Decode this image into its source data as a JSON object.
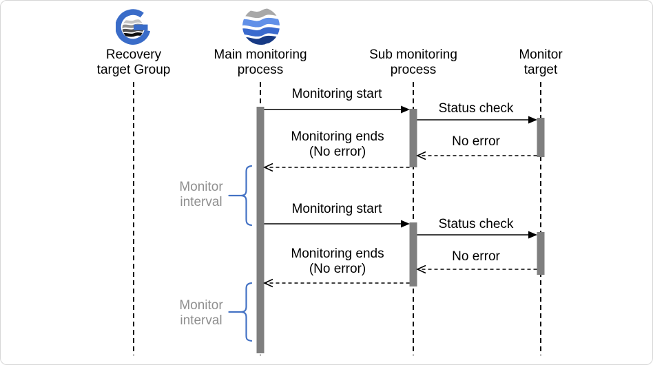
{
  "lifelines": [
    {
      "name": "Recovery target Group",
      "line1": "Recovery",
      "line2": "target Group",
      "icon": "group-globe-icon"
    },
    {
      "name": "Main monitoring process",
      "line1": "Main monitoring",
      "line2": "process",
      "icon": "waves-globe-icon"
    },
    {
      "name": "Sub monitoring process",
      "line1": "Sub monitoring",
      "line2": "process",
      "icon": ""
    },
    {
      "name": "Monitor target",
      "line1": "Monitor",
      "line2": "target",
      "icon": ""
    }
  ],
  "messages": [
    {
      "label": "Monitoring start",
      "from": "Main monitoring process",
      "to": "Sub monitoring process",
      "style": "solid-filled-arrow"
    },
    {
      "label": "Status check",
      "from": "Sub monitoring process",
      "to": "Monitor target",
      "style": "solid-filled-arrow"
    },
    {
      "label": "No error",
      "from": "Monitor target",
      "to": "Sub monitoring process",
      "style": "dashed-open-arrow"
    },
    {
      "label": "Monitoring ends",
      "label2": "(No error)",
      "from": "Sub monitoring process",
      "to": "Main monitoring process",
      "style": "dashed-open-arrow"
    },
    {
      "label": "Monitoring start",
      "from": "Main monitoring process",
      "to": "Sub monitoring process",
      "style": "solid-filled-arrow"
    },
    {
      "label": "Status check",
      "from": "Sub monitoring process",
      "to": "Monitor target",
      "style": "solid-filled-arrow"
    },
    {
      "label": "No error",
      "from": "Monitor target",
      "to": "Sub monitoring process",
      "style": "dashed-open-arrow"
    },
    {
      "label": "Monitoring ends",
      "label2": "(No error)",
      "from": "Sub monitoring process",
      "to": "Main monitoring process",
      "style": "dashed-open-arrow"
    }
  ],
  "intervals": [
    {
      "line1": "Monitor",
      "line2": "interval"
    },
    {
      "line1": "Monitor",
      "line2": "interval"
    }
  ],
  "colors": {
    "activation_bar": "#7f7f7f",
    "brace": "#4472c4",
    "interval_text": "#8f8f8f",
    "line": "#000000",
    "border": "#d6d6d6",
    "icon_ring_blue": "#3a6cc8",
    "icon_wave_gray": "#a8a8a8",
    "icon_wave_light_blue": "#6190e8",
    "icon_wave_blue": "#3a6ace",
    "icon_wave_navy": "#173a85"
  }
}
